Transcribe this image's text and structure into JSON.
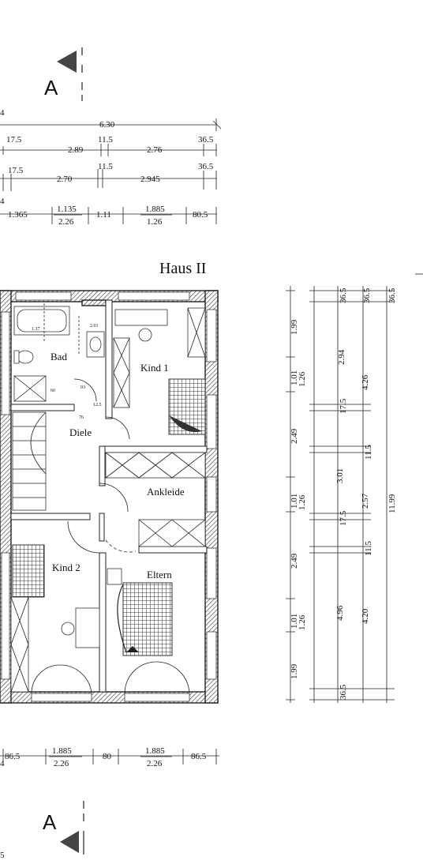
{
  "section_marker": {
    "top": "A",
    "bottom": "A"
  },
  "title": "Haus II",
  "rooms": {
    "bad": "Bad",
    "kind1": "Kind 1",
    "diele": "Diele",
    "ankleide": "Ankleide",
    "kind2": "Kind 2",
    "eltern": "Eltern"
  },
  "top_dims": {
    "row0_left": "4",
    "row1": "6.30",
    "row2": [
      "17.5",
      "2.89",
      "11.5",
      "2.76",
      "36.5"
    ],
    "row3": [
      "17.5",
      "2.70",
      "11.5",
      "2.945",
      "36.5"
    ],
    "row4_left": "4",
    "row4": [
      "1.365",
      "1.135",
      "2.26",
      "1.11",
      "1.885",
      "1.26",
      "80.5"
    ]
  },
  "bottom_dims": [
    "86.5",
    "1.885",
    "2.26",
    "80",
    "1.885",
    "2.26",
    "86.5"
  ],
  "bottom_left": "4",
  "bottom_corner": "5",
  "small_labels": [
    "1.37",
    "2.01",
    "76",
    "12.5",
    "93",
    "60"
  ],
  "vertical_dims": {
    "col1": [
      "1.99",
      "1.01",
      "2.49",
      "1.01",
      "2.49",
      "1.01",
      "1.99"
    ],
    "col2": [
      "1.26",
      "1.26",
      "1.26",
      "36.5",
      "36.5"
    ],
    "col3": [
      "2.94",
      "17.5",
      "3.01",
      "17.5",
      "4.96",
      "4.20"
    ],
    "col4": [
      "36.5",
      "4.26",
      "11.5",
      "2.57",
      "11.5",
      "11.99",
      "36.5"
    ]
  }
}
